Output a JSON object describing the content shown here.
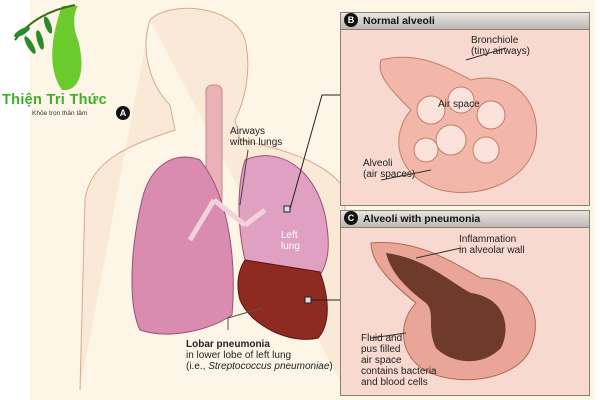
{
  "logo": {
    "brand": "Thiện Tri Thức",
    "slogan": "Khỏe trọn thân tâm"
  },
  "badges": {
    "a": "A",
    "b": "B",
    "c": "C"
  },
  "main": {
    "airways": [
      "Airways",
      "within lungs"
    ],
    "left_lung": [
      "Left",
      "lung"
    ],
    "lobar_title": "Lobar pneumonia",
    "lobar_line2": "in lower lobe of left lung",
    "lobar_line3_prefix": "(i.e., ",
    "lobar_line3_italic": "Streptococcus pneumoniae",
    "lobar_line3_suffix": ")"
  },
  "panel_b": {
    "title": "Normal alveoli",
    "bronchiole": [
      "Bronchiole",
      "(tiny airways)"
    ],
    "air_space": "Air space",
    "alveoli": [
      "Alveoli",
      "(air spaces)"
    ]
  },
  "panel_c": {
    "title": "Alveoli with pneumonia",
    "inflammation": [
      "Inflammation",
      "in alveolar wall"
    ],
    "fluid": [
      "Fluid and",
      "pus filled",
      "air space",
      "contains bacteria",
      "and blood cells"
    ]
  },
  "colors": {
    "brand": "#3fae2a",
    "lung": "#d98bb0",
    "infected": "#8e2a22",
    "panel_bg": "#f7d9cf"
  }
}
